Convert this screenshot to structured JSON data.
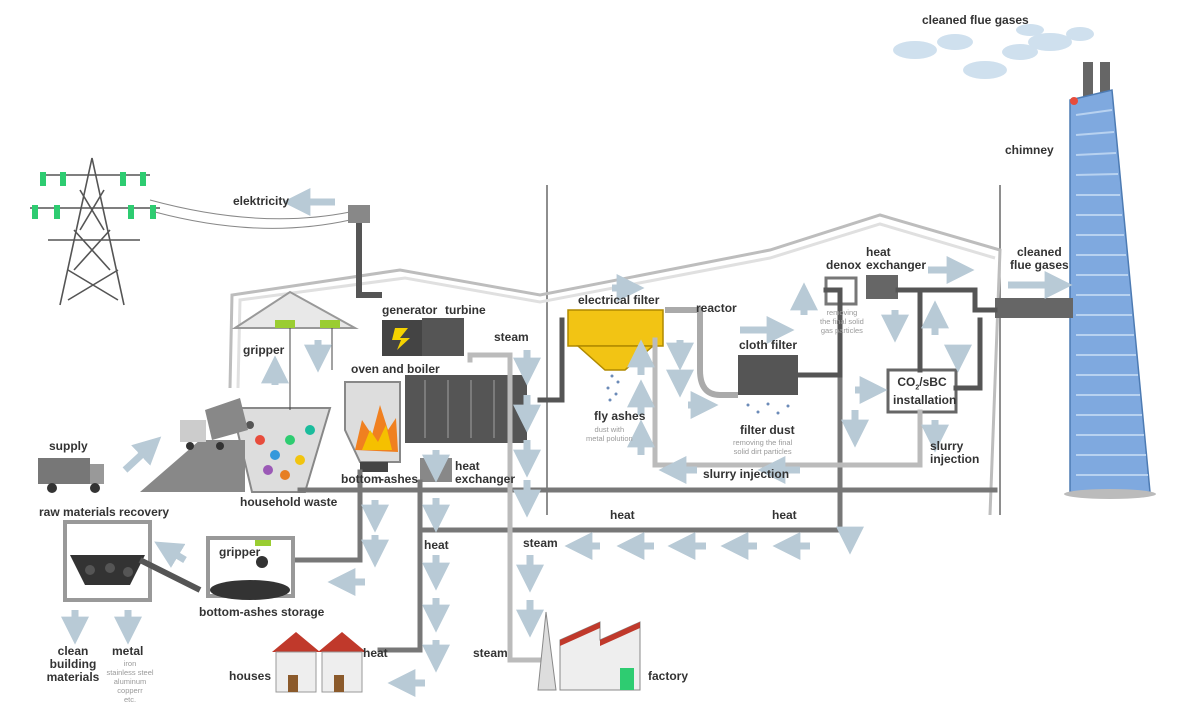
{
  "colors": {
    "arrow": "#b8cad6",
    "pipe_dark": "#555555",
    "pipe_light": "#bfbfbf",
    "building_line": "#666666",
    "chimney_blue": "#7fa9df",
    "fire": "#f08020",
    "filter_yellow": "#f2c414",
    "roof_red": "#c0392b"
  },
  "labels": {
    "cleaned_flue_gases_top": "cleaned flue gases",
    "chimney": "chimney",
    "elektricity": "elektricity",
    "generator": "generator",
    "turbine": "turbine",
    "steam_1": "steam",
    "electrical_filter": "electrical filter",
    "reactor": "reactor",
    "denox": "denox",
    "heat_exchanger_top": "heat\nexchanger",
    "cleaned_flue_gases_side": "cleaned\nflue gases",
    "cloth_filter": "cloth filter",
    "gripper_1": "gripper",
    "oven_and_boiler": "oven and boiler",
    "fly_ashes": "fly ashes",
    "filter_dust": "filter dust",
    "co2_installation_a": "CO",
    "co2_installation_sub": "2",
    "co2_installation_b": "/sBC",
    "co2_installation_c": "installation",
    "slurry_injection_right": "slurry\ninjection",
    "slurry_injection_mid": "slurry injection",
    "supply": "supply",
    "bottom": "bottom",
    "ashes": "-ashes",
    "heat_exchanger_low": "heat\nexchanger",
    "household_waste": "household waste",
    "raw_materials_recovery": "raw materials recovery",
    "heat_a": "heat",
    "heat_b": "heat",
    "heat_c": "heat",
    "gripper_2": "gripper",
    "steam_2": "steam",
    "bottom_ashes_storage": "bottom-ashes storage",
    "steam_3": "steam",
    "heat_d": "heat",
    "houses": "houses",
    "factory": "factory",
    "clean_building_materials": "clean\nbuilding\nmaterials",
    "metal": "metal"
  },
  "sublabels": {
    "removing_gas": "removing\nthe final solid\ngas particles",
    "dust_metal": "dust with\nmetal polution",
    "removing_dirt": "removing the final\nsolid dirt particles",
    "metal_list": "iron\nstainless steel\naluminum\ncopperr\netc."
  }
}
